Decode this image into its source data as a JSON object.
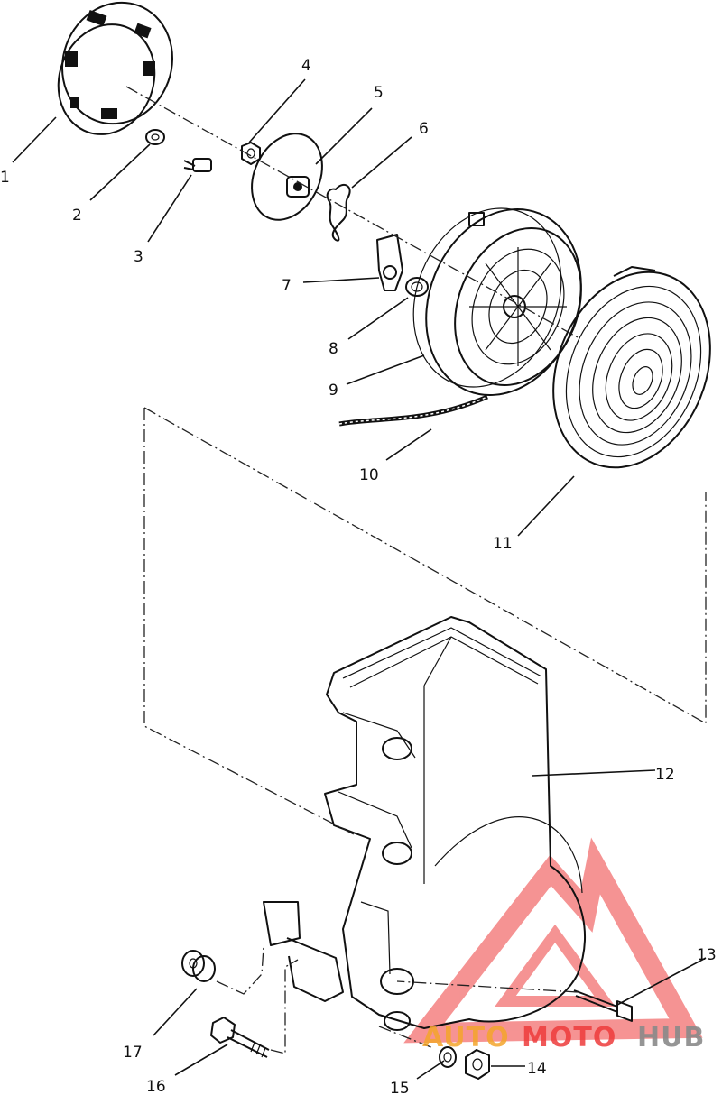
{
  "parts": [
    {
      "id": "1",
      "label": "1"
    },
    {
      "id": "2",
      "label": "2"
    },
    {
      "id": "3",
      "label": "3"
    },
    {
      "id": "4",
      "label": "4"
    },
    {
      "id": "5",
      "label": "5"
    },
    {
      "id": "6",
      "label": "6"
    },
    {
      "id": "7",
      "label": "7"
    },
    {
      "id": "8",
      "label": "8"
    },
    {
      "id": "9",
      "label": "9"
    },
    {
      "id": "10",
      "label": "10"
    },
    {
      "id": "11",
      "label": "11"
    },
    {
      "id": "12",
      "label": "12"
    },
    {
      "id": "13",
      "label": "13"
    },
    {
      "id": "14",
      "label": "14"
    },
    {
      "id": "15",
      "label": "15"
    },
    {
      "id": "16",
      "label": "16"
    },
    {
      "id": "17",
      "label": "17"
    }
  ],
  "watermark": {
    "part1": "AUTO",
    "part2": "MOTO",
    "part3": "HUB",
    "color_orange": "#f4a52c",
    "color_red": "#ee3b3b",
    "color_gray": "#8a8a8a"
  }
}
